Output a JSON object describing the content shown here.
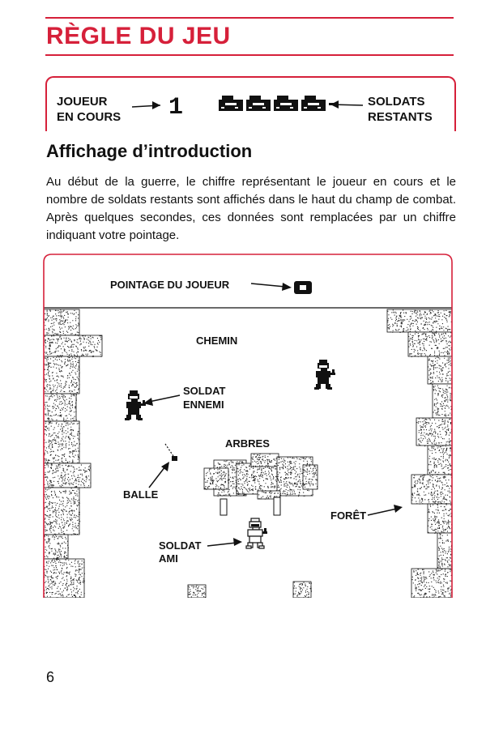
{
  "colors": {
    "accent": "#d6203a",
    "text": "#111111",
    "speckle": "#222222"
  },
  "header": {
    "title": "RÈGLE DU JEU"
  },
  "hud": {
    "left_line1": "JOUEUR",
    "left_line2": "EN COURS",
    "player_digit": "1",
    "right_line1": "SOLDATS",
    "right_line2": "RESTANTS",
    "soldiers_shown": 4
  },
  "section": {
    "title": "Affichage d’introduction",
    "body": "Au début de la guerre, le chiffre représentant le joueur en cours et le nombre de soldats restants sont affichés dans le haut du champ de combat. Après quelques secondes, ces données sont remplacées par un chiffre indiquant votre pointage."
  },
  "diagram": {
    "score_label": "POINTAGE DU JOUEUR",
    "path_label": "CHEMIN",
    "enemy_label_1": "SOLDAT",
    "enemy_label_2": "ENNEMI",
    "trees_label": "ARBRES",
    "bullet_label": "BALLE",
    "forest_label": "FORÊT",
    "friend_label_1": "SOLDAT",
    "friend_label_2": "AMI"
  },
  "footer": {
    "page_number": "6"
  }
}
